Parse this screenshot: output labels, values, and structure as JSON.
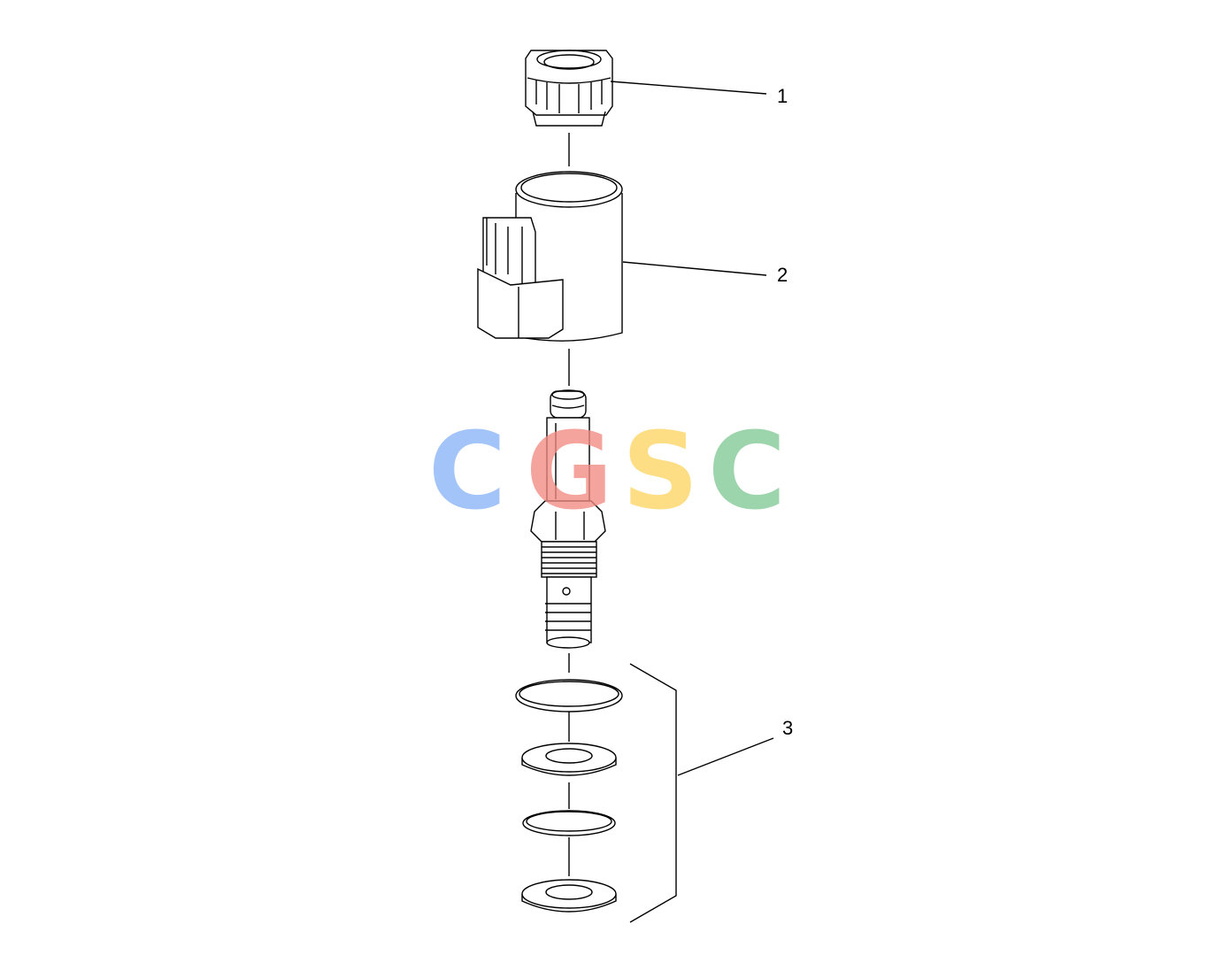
{
  "diagram": {
    "callouts": [
      "1",
      "2",
      "3"
    ],
    "watermark": {
      "letters": [
        "C",
        "G",
        "S",
        "C"
      ],
      "colors": [
        "#8ab4f8",
        "#f28b82",
        "#fdd663",
        "#81c995"
      ]
    }
  }
}
